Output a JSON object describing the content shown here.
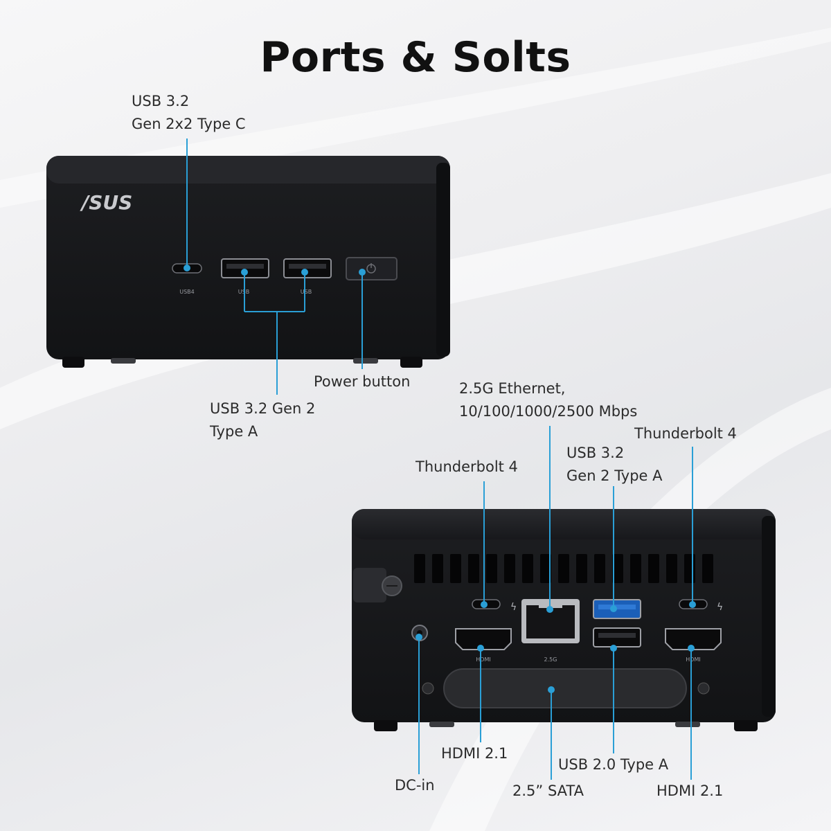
{
  "title": "Ports & Solts",
  "front": {
    "brand": "/SUS",
    "usbc_port_mark": "USB4",
    "usba_port_mark_1": "USB",
    "usba_port_mark_2": "USB",
    "labels": {
      "usbc": "USB 3.2\nGen 2x2 Type C",
      "usba": "USB 3.2 Gen 2\nType A",
      "power": "Power button"
    }
  },
  "rear": {
    "hdmi_mark_left": "HDMI",
    "hdmi_mark_right": "HDMI",
    "lan_mark": "2.5G",
    "labels": {
      "ethernet": "2.5G Ethernet,\n10/100/1000/2500 Mbps",
      "tb4_left": "Thunderbolt 4",
      "usb32": "USB 3.2\nGen 2 Type A",
      "tb4_right": "Thunderbolt 4",
      "hdmi_left": "HDMI 2.1",
      "dc_in": "DC-in",
      "usb20": "USB 2.0 Type A",
      "sata": "2.5” SATA",
      "hdmi_right": "HDMI 2.1"
    }
  },
  "colors": {
    "accent": "#2a9fd6",
    "device": "#1c1d20",
    "background": "#efeff1"
  }
}
